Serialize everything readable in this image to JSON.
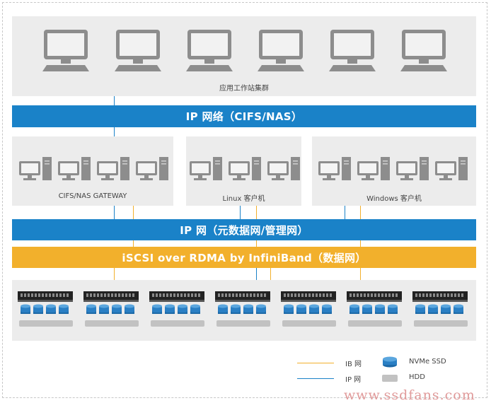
{
  "colors": {
    "ip_band": "#1a82c8",
    "ib_band": "#f2b02c",
    "panel": "#ececec",
    "monitor": "#8d8d8d",
    "ib_line": "#f2b02c",
    "ip_line": "#1a82c8",
    "nvme": "#2a7fc4",
    "hdd": "#c2c2c2"
  },
  "workstations": {
    "label": "应用工作站集群",
    "icon": "monitor-icon"
  },
  "bands": {
    "ip_cifs": "IP 网络（CIFS/NAS）",
    "ip_meta": "IP 网（元数据网/管理网）",
    "ib_data": "iSCSI over RDMA by InfiniBand（数据网）"
  },
  "client_groups": [
    {
      "label": "CIFS/NAS GATEWAY",
      "icon": "desktop-tower-icon"
    },
    {
      "label": "Linux 客户机",
      "icon": "desktop-tower-icon"
    },
    {
      "label": "Windows 客户机",
      "icon": "desktop-tower-icon"
    }
  ],
  "storage": {
    "icon": "storage-server-icon"
  },
  "legend": {
    "ib_label": "IB 网",
    "ip_label": "IP 网",
    "nvme_label": "NVMe SSD",
    "hdd_label": "HDD"
  },
  "watermark": "www.ssdfans.com"
}
